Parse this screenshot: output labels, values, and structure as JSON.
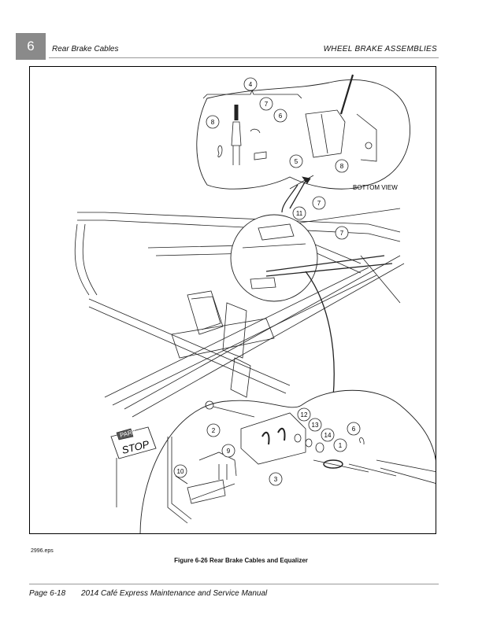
{
  "header": {
    "chapter_number": "6",
    "section_title": "Rear Brake Cables",
    "chapter_title": "WHEEL BRAKE ASSEMBLIES"
  },
  "figure": {
    "bottom_view_label": "BOTTOM VIEW",
    "sign_text": "STOP",
    "sign_small_text": "PARK",
    "callouts": [
      "4",
      "7",
      "6",
      "8",
      "5",
      "8",
      "7",
      "11",
      "7",
      "12",
      "13",
      "14",
      "6",
      "2",
      "1",
      "9",
      "10",
      "3"
    ],
    "file_name": "2996.eps",
    "caption": "Figure 6-26   Rear Brake Cables and Equalizer"
  },
  "footer": {
    "page_number": "Page 6-18",
    "manual_title": "2014 Café Express Maintenance and Service Manual"
  }
}
